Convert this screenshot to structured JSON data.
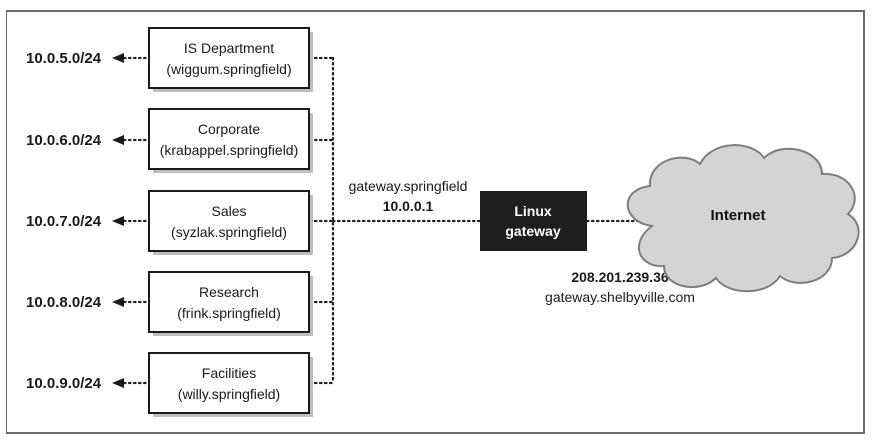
{
  "departments": [
    {
      "name": "IS Department",
      "host": "(wiggum.springfield)",
      "network": "10.0.5.0/24"
    },
    {
      "name": "Corporate",
      "host": "(krabappel.springfield)",
      "network": "10.0.6.0/24"
    },
    {
      "name": "Sales",
      "host": "(syzlak.springfield)",
      "network": "10.0.7.0/24"
    },
    {
      "name": "Research",
      "host": "(frink.springfield)",
      "network": "10.0.8.0/24"
    },
    {
      "name": "Facilities",
      "host": "(willy.springfield)",
      "network": "10.0.9.0/24"
    }
  ],
  "gateway": {
    "inside_name": "gateway.springfield",
    "inside_ip": "10.0.0.1",
    "box_line1": "Linux",
    "box_line2": "gateway",
    "outside_ip": "208.201.239.36",
    "outside_name": "gateway.shelbyville.com"
  },
  "internet": {
    "label": "Internet"
  },
  "colors": {
    "line": "#222222",
    "gateway_box": "#1e1e1e",
    "gateway_text": "#ffffff",
    "cloud_fill": "#d4d4d6",
    "cloud_stroke": "#7e7e80"
  }
}
